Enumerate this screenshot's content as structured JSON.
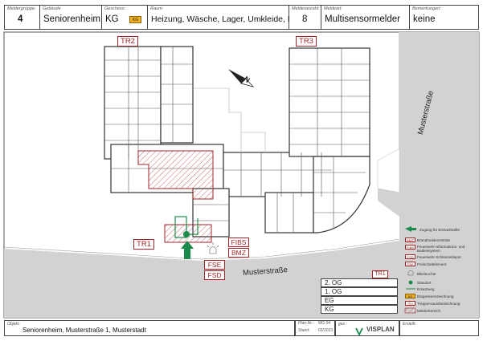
{
  "header": {
    "group_label": "Meldergruppe:",
    "group_value": "4",
    "building_label": "Gebäude",
    "building_value": "Seniorenheim",
    "floor_label": "Geschoss:",
    "floor_value": "KG",
    "floor_badge": "KG",
    "room_label": "Raum:",
    "room_value": "Heizung, Wäsche, Lager, Umkleide, Elt.",
    "count_label": "Melderanzahl:",
    "count_value": "8",
    "type_label": "Meldeart:",
    "type_value": "Multisensormelder",
    "notes_label": "Bemerkungen:",
    "notes_value": "keine"
  },
  "plan": {
    "stair_tr2": "TR2",
    "stair_tr3": "TR3",
    "stair_tr1": "TR1",
    "stair_tr1_right": "TR1",
    "street_right": "Musterstraße",
    "street_bottom": "Musterstraße",
    "fibs": "FIBS",
    "bmz": "BMZ",
    "fse": "FSE",
    "fsd": "FSD",
    "compass": "N"
  },
  "legend": {
    "items": [
      {
        "sym": "",
        "text": "Zugang für Einsatzkräfte"
      },
      {
        "sym": "BMZ",
        "text": "Brandmeldezentrale"
      },
      {
        "sym": "FIBS",
        "text": "Feuerwehr-Informations- und Bediensystem"
      },
      {
        "sym": "FSD",
        "text": "Feuerwehr-Schlüsseldepot"
      },
      {
        "sym": "FSE",
        "text": "Freischaltelement"
      },
      {
        "sym": "",
        "text": "Blitzleuchte"
      },
      {
        "sym": "",
        "text": "Standort"
      },
      {
        "sym": "",
        "text": "Ersatzweg"
      },
      {
        "sym": "KG",
        "text": "Etagenkennzeichnung"
      },
      {
        "sym": "TR1",
        "text": "Treppenraumbezeichnung"
      },
      {
        "sym": "",
        "text": "Melderbereich"
      }
    ]
  },
  "floors": [
    "2. OG",
    "1. OG",
    "EG",
    "KG"
  ],
  "footer": {
    "object_label": "Objekt:",
    "object_value": "Seniorenheim, Musterstraße 1, Musterstadt",
    "planno_label": "Plan-Nr.:",
    "planno_value": "MG 04",
    "date_label": "Stand:",
    "date_value": "03/2023",
    "made_label": "gez.:",
    "brand": "VISPLAN",
    "created_label": "Erstellt:"
  },
  "colors": {
    "accent": "#a02628",
    "green": "#1a8a4a",
    "badge": "#f0b020",
    "street": "#d2d2d2"
  }
}
